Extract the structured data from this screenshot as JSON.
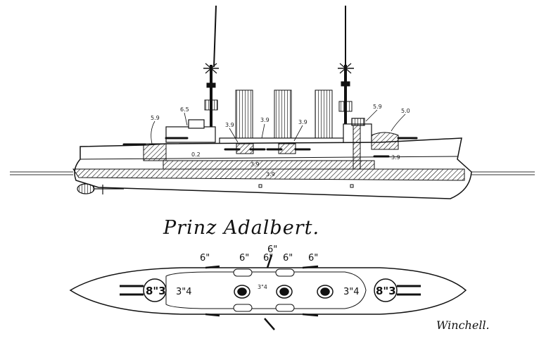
{
  "title": "Prinz Adalbert.",
  "signature": "Winchell.",
  "profile": {
    "labels": {
      "fwd_casemate": "5.9",
      "fwd_mount": "6.5",
      "sec_left": "3.9",
      "sec_mid": "3.9",
      "sec_right": "3.9",
      "aft_gun": "5.9",
      "aft_barbette": "5.0",
      "citadel_small": "0.2",
      "belt_upper": "3.9",
      "belt_main": "3.9",
      "aft_belt": "3.9"
    }
  },
  "plan": {
    "fwd_turret": "8\"3",
    "aft_turret": "8\"3",
    "fwd_barbette": "3\"4",
    "aft_barbette": "3\"4",
    "center_deck": "3\"4",
    "side_guns": [
      "6\"",
      "6\"",
      "6\"",
      "6\"",
      "6\""
    ],
    "top_gun": "6\""
  },
  "colors": {
    "ink": "#111111",
    "paper": "#ffffff"
  }
}
